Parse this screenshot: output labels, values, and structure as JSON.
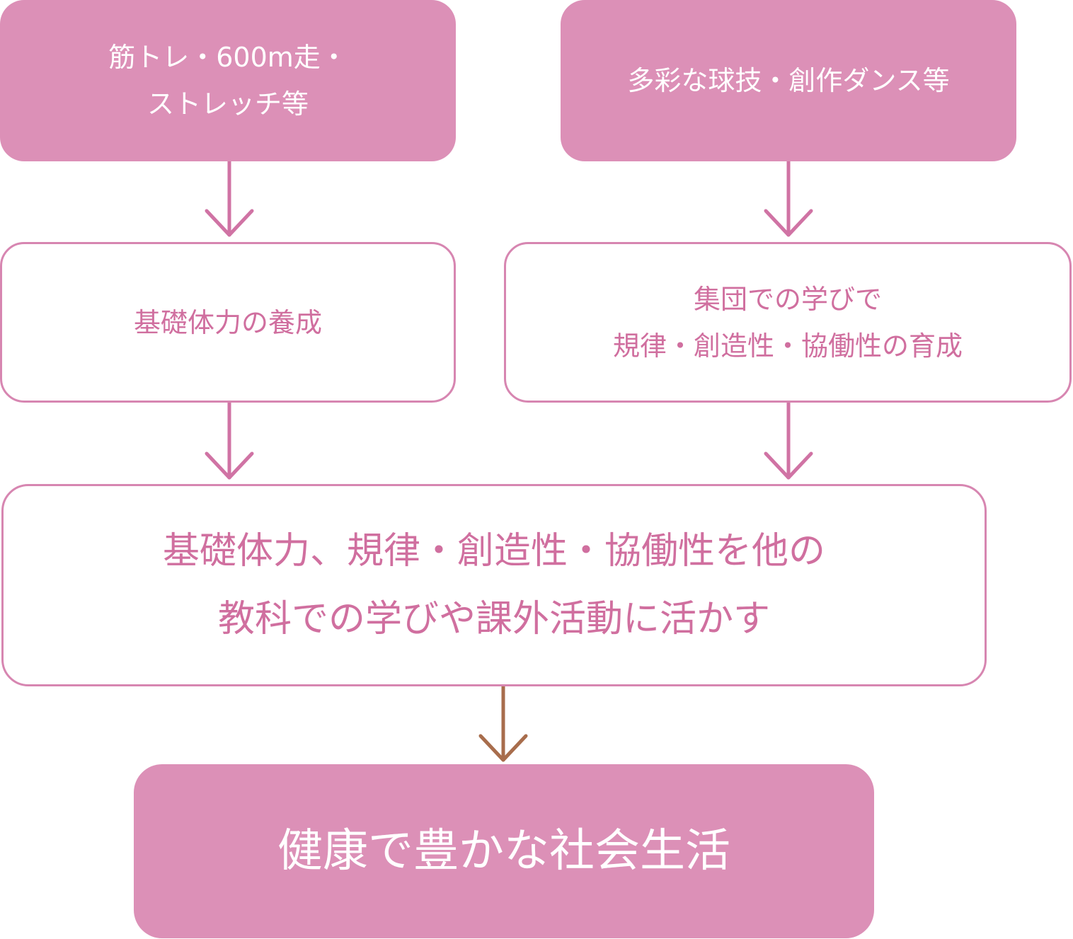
{
  "colors": {
    "filled_box": "#dc90b7",
    "outline": "#d786b1",
    "outline_text": "#d06f9f",
    "arrow_pink": "#d073a4",
    "arrow_brown": "#a86d4c"
  },
  "top_left": {
    "lines": [
      "筋トレ・600m走・",
      "ストレッチ等"
    ]
  },
  "top_right": {
    "lines": [
      "多彩な球技・創作ダンス等"
    ]
  },
  "mid_left": {
    "lines": [
      "基礎体力の養成"
    ]
  },
  "mid_right": {
    "lines": [
      "集団での学びで",
      "規律・創造性・協働性の育成"
    ]
  },
  "combined": {
    "lines": [
      "基礎体力、規律・創造性・協働性を他の",
      "教科での学びや課外活動に活かす"
    ]
  },
  "goal": {
    "lines": [
      "健康で豊かな社会生活"
    ]
  }
}
